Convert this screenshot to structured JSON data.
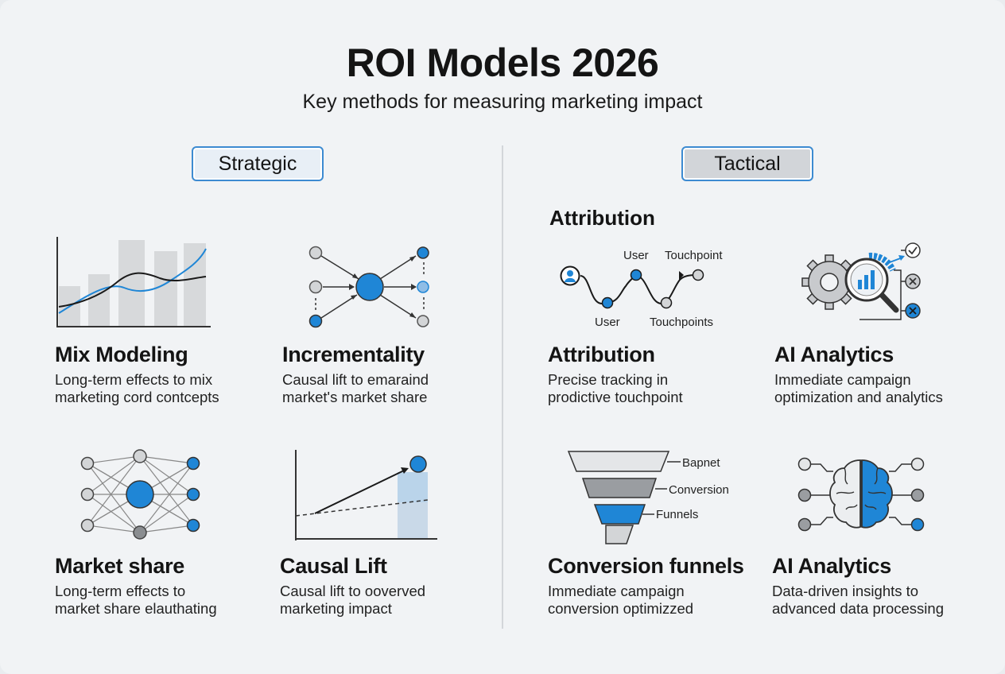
{
  "header": {
    "title": "ROI Models 2026",
    "subtitle": "Key methods for measuring marketing impact"
  },
  "sections": {
    "strategic_label": "Strategic",
    "tactical_label": "Tactical",
    "tactical_heading": "Attribution"
  },
  "cards": [
    {
      "title": "Mix Modeling",
      "desc_line1": "Long-term effects to mix",
      "desc_line2": "marketing cord contcepts",
      "icon": "bar-line-chart-icon"
    },
    {
      "title": "Incrementality",
      "desc_line1": "Causal lift to emaraind",
      "desc_line2": "market's market share",
      "icon": "hub-network-icon"
    },
    {
      "title": "Attribution",
      "desc_line1": "Precise tracking in",
      "desc_line2": "prodictive touchpoint",
      "icon": "user-path-icon"
    },
    {
      "title": "AI Analytics",
      "desc_line1": "Immediate campaign",
      "desc_line2": "optimization and analytics",
      "icon": "gear-magnifier-icon"
    },
    {
      "title": "Market share",
      "desc_line1": "Long-term effects to",
      "desc_line2": "market share elauthating",
      "icon": "neural-network-icon"
    },
    {
      "title": "Causal Lift",
      "desc_line1": "Causal lift to ooverved",
      "desc_line2": "marketing impact",
      "icon": "lift-chart-icon"
    },
    {
      "title": "Conversion funnels",
      "desc_line1": "Immediate campaign",
      "desc_line2": "conversion optimizzed",
      "icon": "funnel-icon"
    },
    {
      "title": "AI Analytics",
      "desc_line1": "Data-driven insights to",
      "desc_line2": "advanced data processing",
      "icon": "brain-circuit-icon"
    }
  ],
  "attribution_labels": {
    "user_top": "User",
    "touchpoint_top": "Touchpoint",
    "user_bottom": "User",
    "touchpoints_bottom": "Touchpoints"
  },
  "funnel_labels": {
    "stage1": "Bapnet",
    "stage2": "Conversion",
    "stage3": "Funnels"
  },
  "colors": {
    "accent": "#1f86d6",
    "gray_node": "#c8cacd",
    "dark_gray": "#8a8d90",
    "bar": "#d7d9db"
  }
}
